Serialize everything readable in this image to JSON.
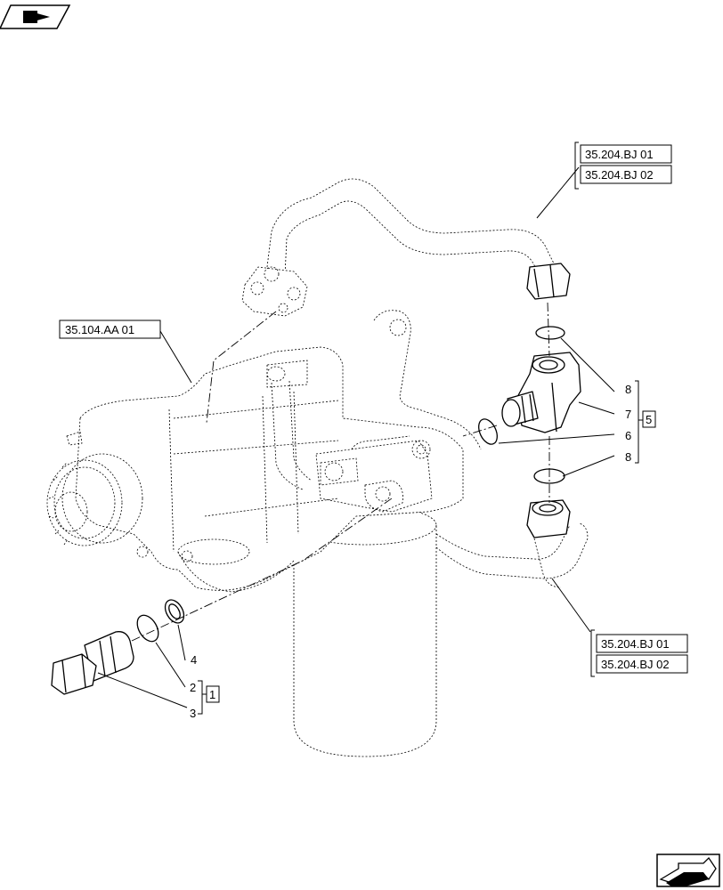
{
  "header": {
    "icon": "book-arrow-icon"
  },
  "references": {
    "pump": "35.104.AA 01",
    "upper_pipe_1": "35.204.BJ 01",
    "upper_pipe_2": "35.204.BJ 02",
    "lower_pipe_1": "35.204.BJ 01",
    "lower_pipe_2": "35.204.BJ 02"
  },
  "callouts": {
    "c2": "2",
    "c3": "3",
    "c4": "4",
    "c6": "6",
    "c7": "7",
    "c8a": "8",
    "c8b": "8",
    "group1": "1",
    "group5": "5"
  },
  "footer": {
    "icon": "next-page-arrow-icon"
  }
}
